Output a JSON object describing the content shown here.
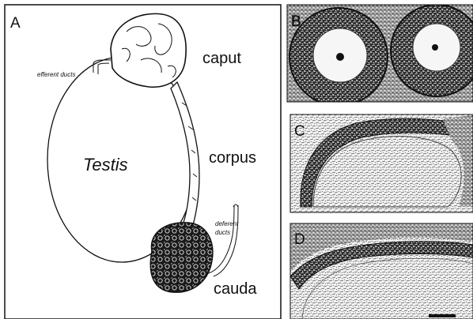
{
  "figure": {
    "panels": [
      {
        "letter": "A"
      },
      {
        "letter": "B"
      },
      {
        "letter": "C"
      },
      {
        "letter": "D"
      }
    ],
    "labels": {
      "testis": "Testis",
      "caput": "caput",
      "corpus": "corpus",
      "cauda": "cauda",
      "efferent_ducts": "efferent ducts",
      "deferent_ducts_line1": "deferent",
      "deferent_ducts_line2": "ducts"
    },
    "colors": {
      "line": "#111111",
      "background": "#ffffff",
      "micrograph_dark": "#1a1a1a",
      "micrograph_light": "#e8e8e8"
    }
  }
}
